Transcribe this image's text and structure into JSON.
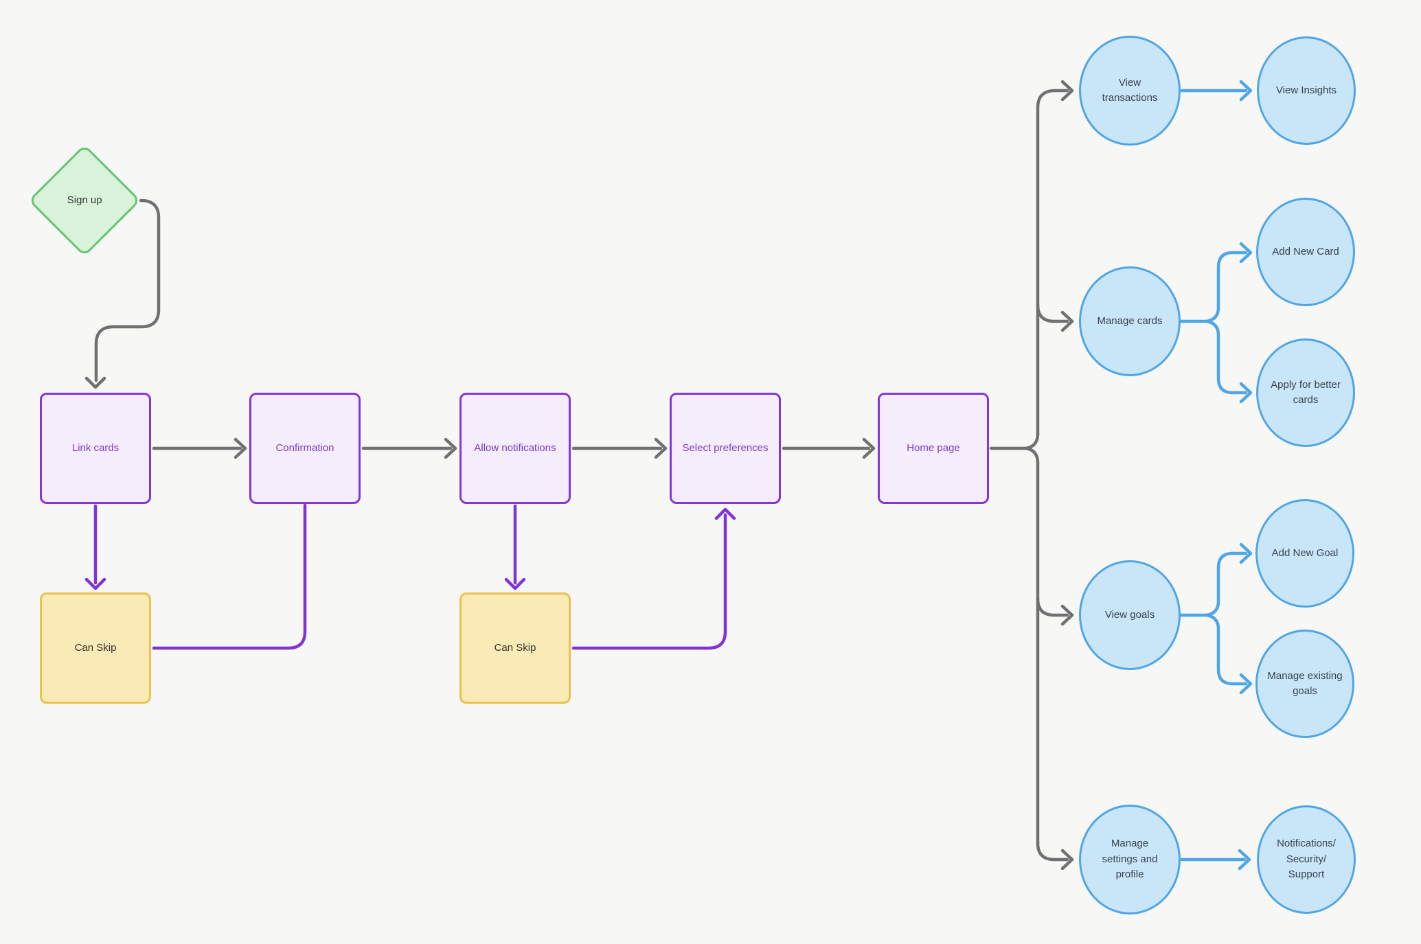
{
  "palette": {
    "background": "#f7f7f5",
    "purple_border": "#8636d6",
    "purple_fill": "#f5ecfc",
    "purple_text": "#7e3ac4",
    "purple_connector": "#8233d4",
    "green_border": "#63c471",
    "green_fill": "#d9f3da",
    "yellow_border": "#eac24f",
    "yellow_fill": "#faeab6",
    "blue_border": "#4fa6e6",
    "blue_fill": "#c9e6f9",
    "gray_connector": "#707070",
    "dark_text": "#333333",
    "circle_text": "#37424c"
  },
  "nodes": {
    "sign_up": {
      "label": "Sign up",
      "shape": "diamond"
    },
    "link_cards": {
      "label": "Link cards",
      "shape": "box"
    },
    "confirmation": {
      "label": "Confirmation",
      "shape": "box"
    },
    "allow_notifications": {
      "label": "Allow notifications",
      "shape": "box"
    },
    "select_preferences": {
      "label": "Select preferences",
      "shape": "box"
    },
    "home_page": {
      "label": "Home page",
      "shape": "box"
    },
    "can_skip_1": {
      "label": "Can Skip",
      "shape": "box"
    },
    "can_skip_2": {
      "label": "Can Skip",
      "shape": "box"
    },
    "view_transactions": {
      "label": "View transactions",
      "shape": "circle"
    },
    "view_insights": {
      "label": "View Insights",
      "shape": "circle"
    },
    "manage_cards": {
      "label": "Manage cards",
      "shape": "circle"
    },
    "add_new_card": {
      "label": "Add New Card",
      "shape": "circle"
    },
    "apply_better_cards": {
      "label": "Apply for better cards",
      "shape": "circle"
    },
    "view_goals": {
      "label": "View goals",
      "shape": "circle"
    },
    "add_new_goal": {
      "label": "Add New Goal",
      "shape": "circle"
    },
    "manage_existing_goals": {
      "label": "Manage existing goals",
      "shape": "circle"
    },
    "manage_settings": {
      "label": "Manage settings and profile",
      "shape": "circle"
    },
    "notifications_security": {
      "label": "Notifications/ Security/ Support",
      "shape": "circle"
    }
  },
  "edges": [
    {
      "from": "sign_up",
      "to": "link_cards",
      "color": "gray",
      "arrow": true
    },
    {
      "from": "link_cards",
      "to": "confirmation",
      "color": "gray",
      "arrow": true
    },
    {
      "from": "confirmation",
      "to": "allow_notifications",
      "color": "gray",
      "arrow": true
    },
    {
      "from": "allow_notifications",
      "to": "select_preferences",
      "color": "gray",
      "arrow": true
    },
    {
      "from": "select_preferences",
      "to": "home_page",
      "color": "gray",
      "arrow": true
    },
    {
      "from": "home_page",
      "to": "view_transactions",
      "color": "gray",
      "arrow": true
    },
    {
      "from": "home_page",
      "to": "manage_cards",
      "color": "gray",
      "arrow": true
    },
    {
      "from": "home_page",
      "to": "view_goals",
      "color": "gray",
      "arrow": true
    },
    {
      "from": "home_page",
      "to": "manage_settings",
      "color": "gray",
      "arrow": true
    },
    {
      "from": "link_cards",
      "to": "can_skip_1",
      "color": "purple",
      "arrow": true
    },
    {
      "from": "can_skip_1",
      "to": "confirmation",
      "color": "purple",
      "arrow": false
    },
    {
      "from": "allow_notifications",
      "to": "can_skip_2",
      "color": "purple",
      "arrow": true
    },
    {
      "from": "can_skip_2",
      "to": "select_preferences",
      "color": "purple",
      "arrow": true
    },
    {
      "from": "view_transactions",
      "to": "view_insights",
      "color": "blue",
      "arrow": true
    },
    {
      "from": "manage_cards",
      "to": "add_new_card",
      "color": "blue",
      "arrow": true
    },
    {
      "from": "manage_cards",
      "to": "apply_better_cards",
      "color": "blue",
      "arrow": true
    },
    {
      "from": "view_goals",
      "to": "add_new_goal",
      "color": "blue",
      "arrow": true
    },
    {
      "from": "view_goals",
      "to": "manage_existing_goals",
      "color": "blue",
      "arrow": true
    },
    {
      "from": "manage_settings",
      "to": "notifications_security",
      "color": "blue",
      "arrow": true
    }
  ]
}
